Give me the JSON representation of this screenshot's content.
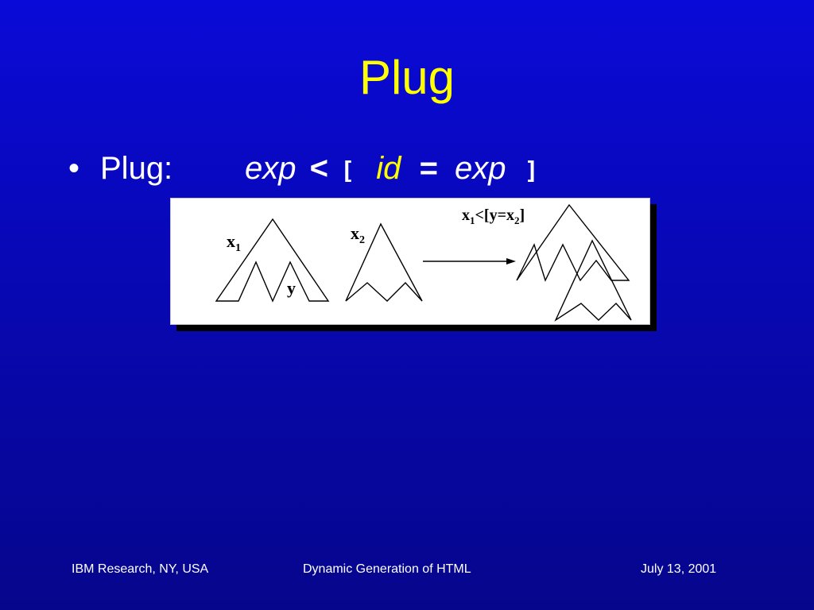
{
  "slide": {
    "title": "Plug",
    "bullet": {
      "marker": "•",
      "label": "Plug:",
      "formula": {
        "expr1": "exp",
        "lt": "<",
        "lbracket": "[",
        "id": "id",
        "eq": "=",
        "expr2": "exp",
        "rbracket": "]"
      }
    },
    "figure": {
      "x1_label": "x",
      "x1_sub": "1",
      "y_label": "y",
      "x2_label": "x",
      "x2_sub": "2",
      "result_label_a": "x",
      "result_label_a_sub": "1",
      "result_label_b": "<[",
      "result_label_c": "y",
      "result_label_d": "=",
      "result_label_e": "x",
      "result_label_e_sub": "2",
      "result_label_f": "]"
    },
    "footer": {
      "left": "IBM Research, NY, USA",
      "center": "Dynamic Generation of HTML",
      "right": "July 13, 2001"
    },
    "colors": {
      "background": "#0808b8",
      "title": "#ffff00",
      "text": "#ffffff"
    }
  }
}
